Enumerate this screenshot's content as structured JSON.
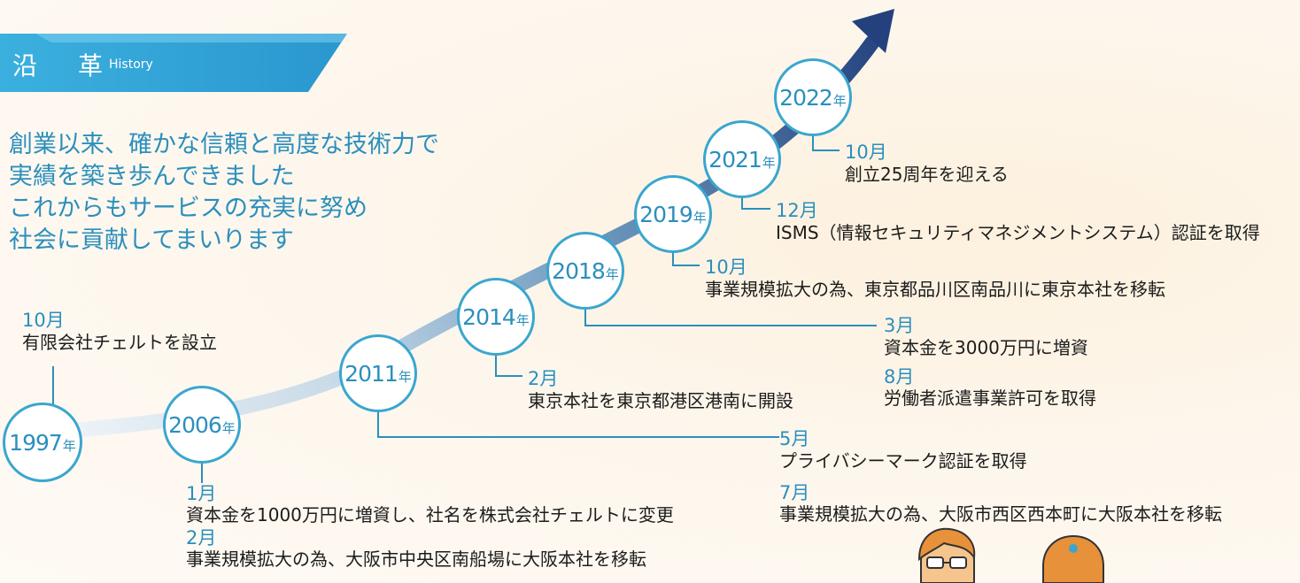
{
  "header": {
    "title_char1": "沿",
    "title_char2": "革",
    "title_en": "History"
  },
  "intro": {
    "lines": [
      "創業以来、確かな信頼と高度な技術力で",
      "実績を築き歩んできました",
      "これからもサービスの充実に努め",
      "社会に貢献してまいります"
    ]
  },
  "timeline": {
    "year_suffix": "年",
    "years": [
      "1997",
      "2006",
      "2011",
      "2014",
      "2018",
      "2019",
      "2021",
      "2022"
    ]
  },
  "events": {
    "y1997": {
      "m1": "10月",
      "e1": "有限会社チェルトを設立"
    },
    "y2006": {
      "m1": "1月",
      "e1": "資本金を1000万円に増資し、社名を株式会社チェルトに変更",
      "m2": "2月",
      "e2": "事業規模拡大の為、大阪市中央区南船場に大阪本社を移転"
    },
    "y2011": {
      "m1": "5月",
      "e1": "プライバシーマーク認証を取得",
      "m2": "7月",
      "e2": "事業規模拡大の為、大阪市西区西本町に大阪本社を移転"
    },
    "y2014": {
      "m1": "2月",
      "e1": "東京本社を東京都港区港南に開設"
    },
    "y2018": {
      "m1": "3月",
      "e1": "資本金を3000万円に増資",
      "m2": "8月",
      "e2": "労働者派遣事業許可を取得"
    },
    "y2019": {
      "m1": "10月",
      "e1": "事業規模拡大の為、東京都品川区南品川に東京本社を移転"
    },
    "y2021": {
      "m1": "12月",
      "e1": "ISMS（情報セキュリティマネジメントシステム）認証を取得"
    },
    "y2022": {
      "m1": "10月",
      "e1": "創立25周年を迎える"
    }
  },
  "colors": {
    "accent": "#2b8fbd",
    "circle_border": "#3aa6cf",
    "arrow_dark": "#24417e",
    "arrow_light": "#d7e8f2",
    "banner": "#38a8d8"
  }
}
